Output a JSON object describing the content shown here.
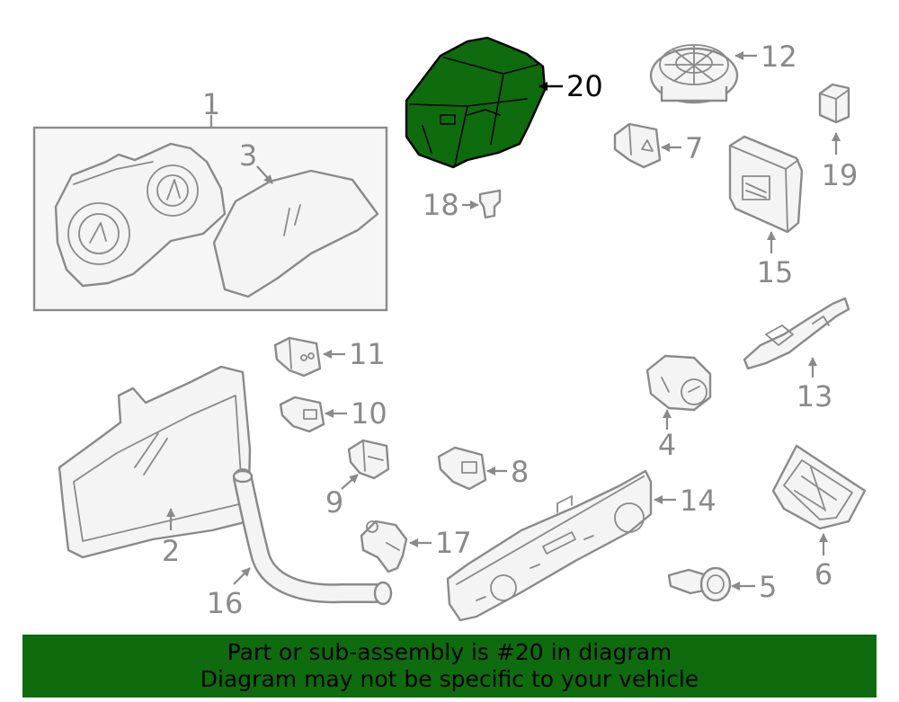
{
  "diagram": {
    "highlighted_part": "20",
    "highlight_color": "#0e6b0e",
    "line_color": "#8a8a8a",
    "labels": {
      "p1": "1",
      "p2": "2",
      "p3": "3",
      "p4": "4",
      "p5": "5",
      "p6": "6",
      "p7": "7",
      "p8": "8",
      "p9": "9",
      "p10": "10",
      "p11": "11",
      "p12": "12",
      "p13": "13",
      "p14": "14",
      "p15": "15",
      "p16": "16",
      "p17": "17",
      "p18": "18",
      "p19": "19",
      "p20": "20"
    }
  },
  "banner": {
    "line1": "Part or sub-assembly is #20 in diagram",
    "line2": "Diagram may not be specific to your vehicle",
    "background": "#0e6b0e"
  }
}
